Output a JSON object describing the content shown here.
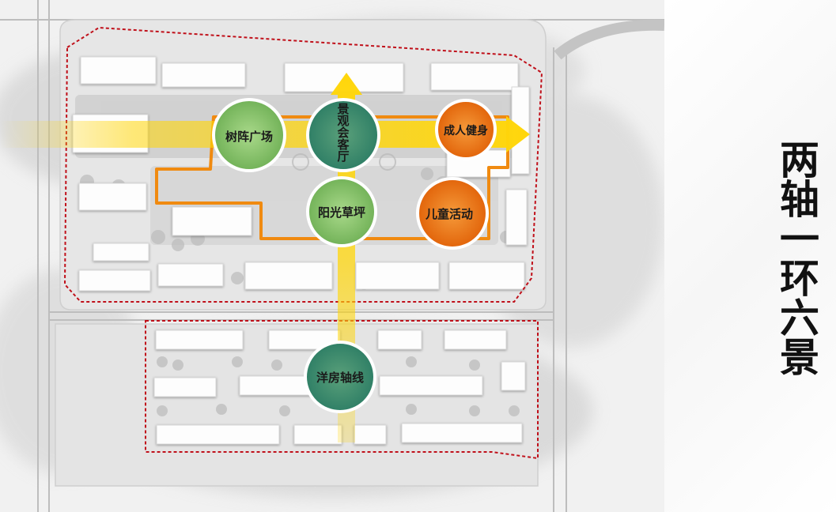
{
  "title": "两轴一环六景",
  "colors": {
    "green_light": "#8cc46a",
    "green_dark": "#3a8f6e",
    "orange": "#ee7a14",
    "axis_yellow": "#ffd60a",
    "ring_orange": "#f08a10",
    "boundary_red": "#c0101a"
  },
  "nodes": [
    {
      "id": "shuzhen",
      "label": "树阵广场",
      "style": "green",
      "orientation": "horizontal"
    },
    {
      "id": "jingguan",
      "label": "景观会客厅",
      "style": "green-dark",
      "orientation": "vertical"
    },
    {
      "id": "chengren",
      "label": "成人健身",
      "style": "orange",
      "orientation": "horizontal"
    },
    {
      "id": "yangguang",
      "label": "阳光草坪",
      "style": "green",
      "orientation": "horizontal"
    },
    {
      "id": "ertong",
      "label": "儿童活动",
      "style": "orange",
      "orientation": "horizontal"
    },
    {
      "id": "yangfang",
      "label": "洋房轴线",
      "style": "green-dark",
      "orientation": "horizontal"
    }
  ]
}
